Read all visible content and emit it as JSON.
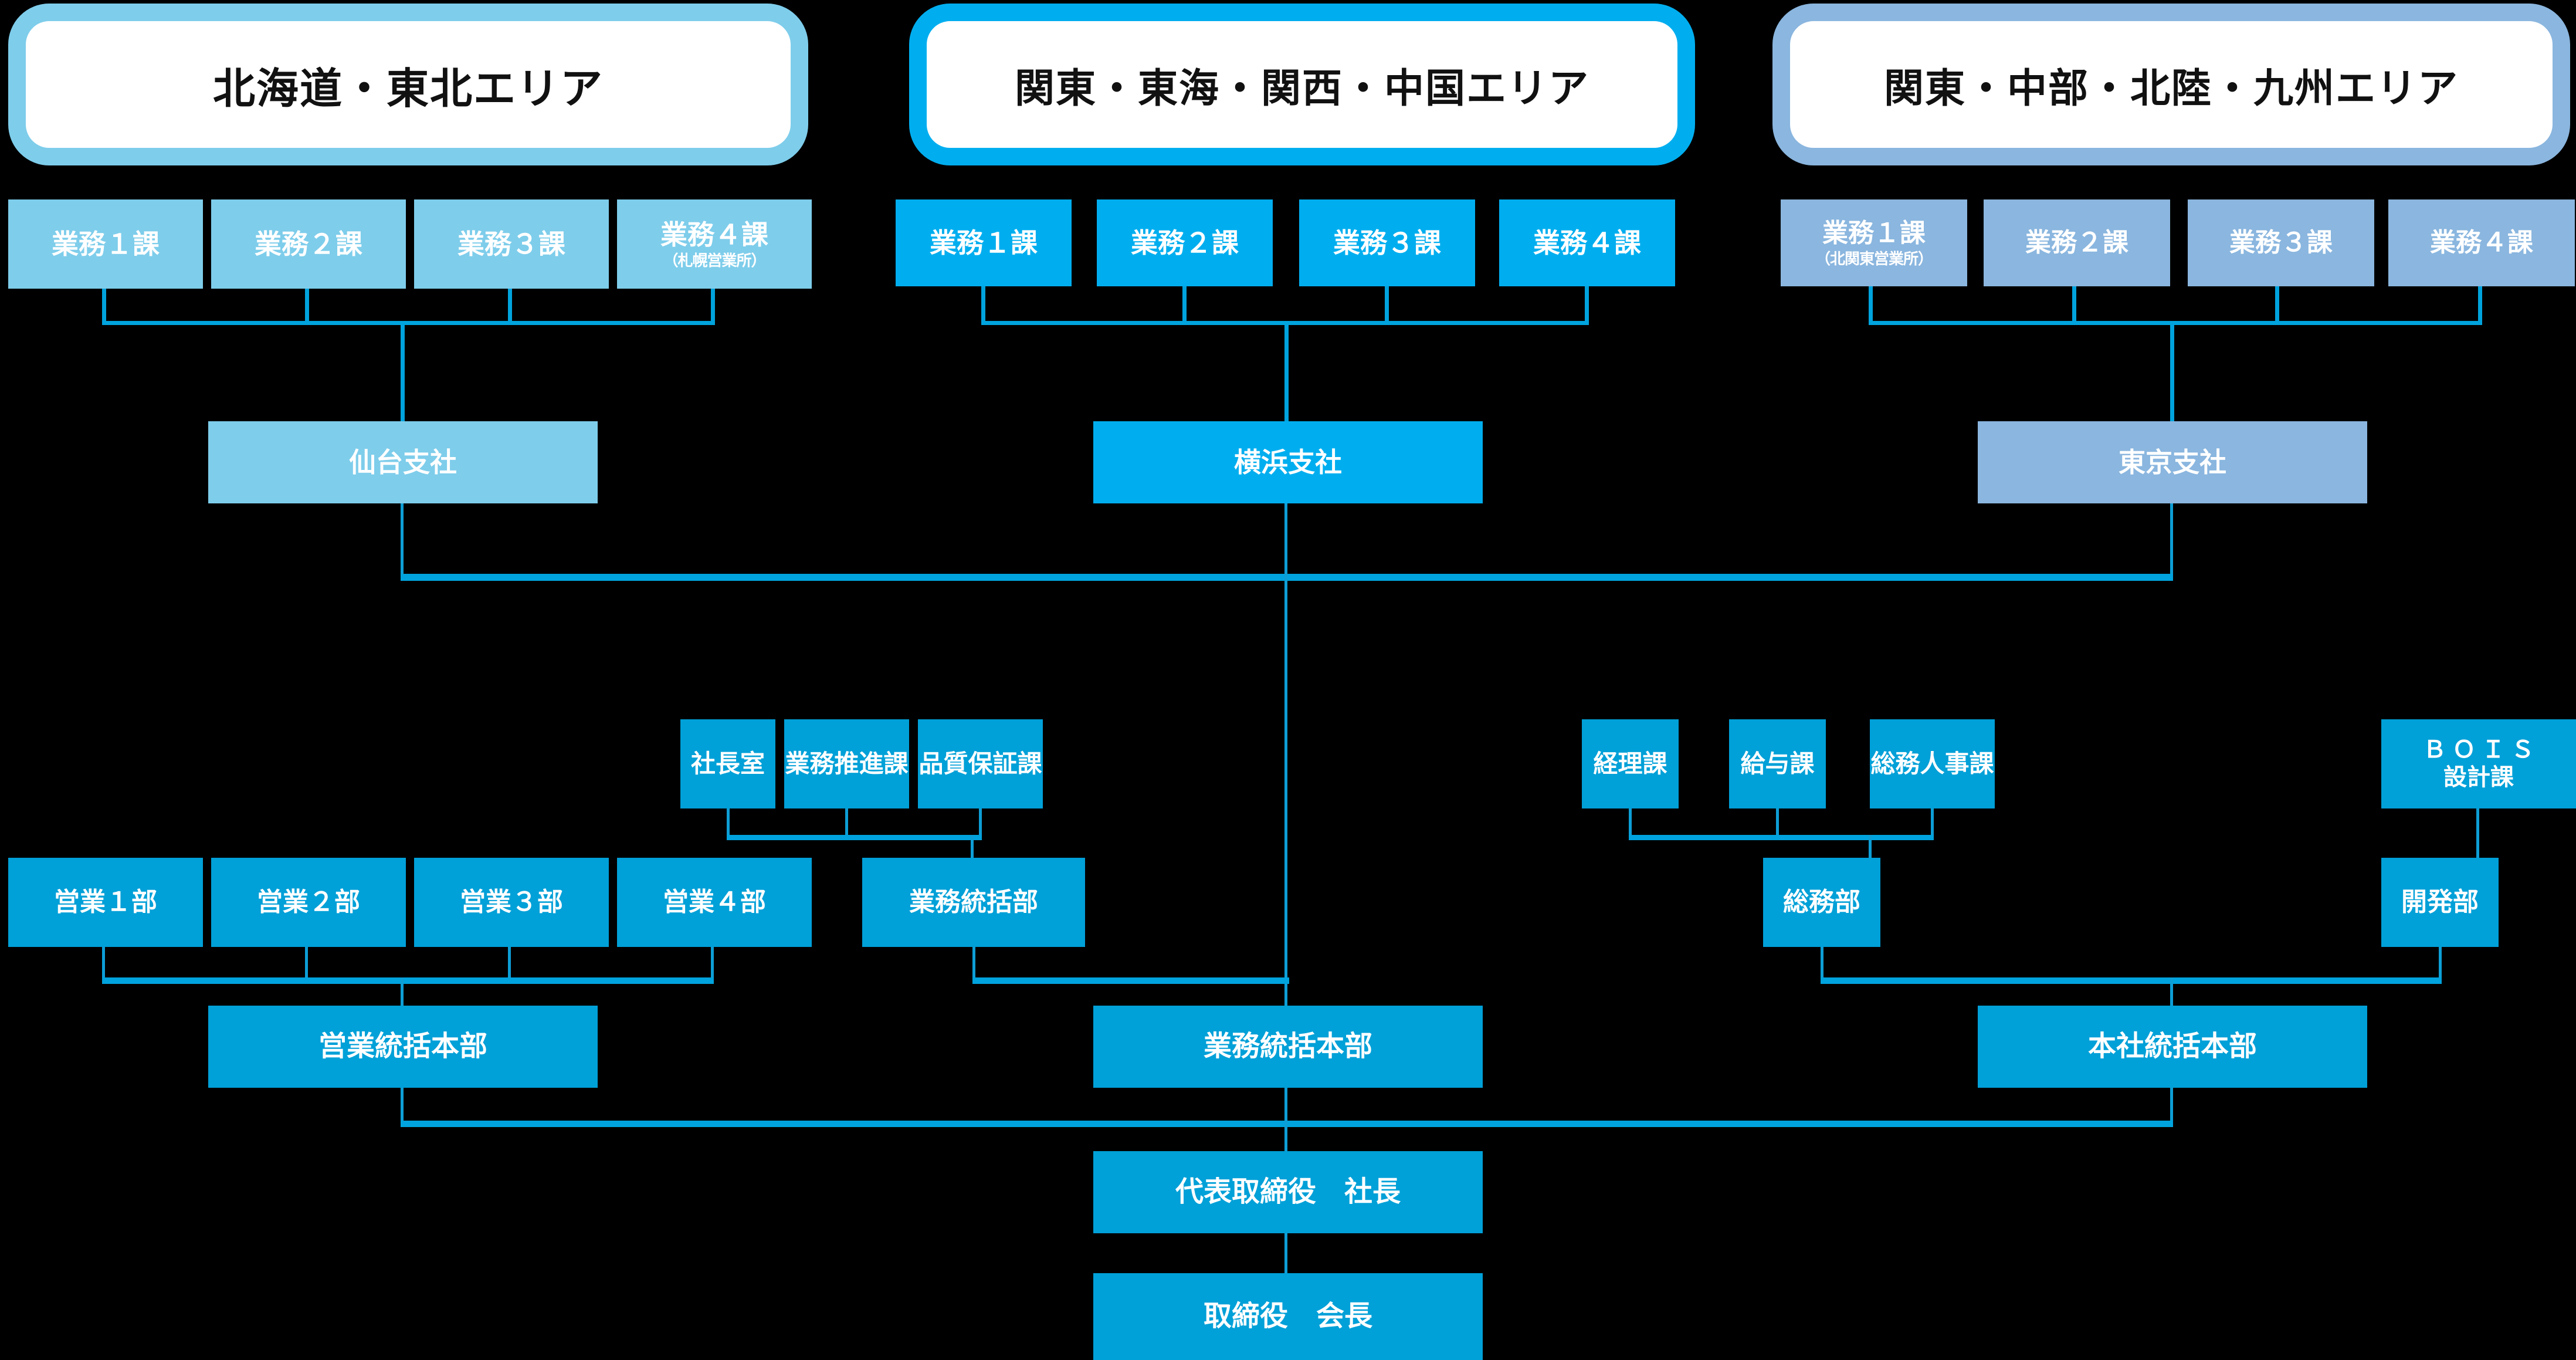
{
  "colors": {
    "bg": "#000000",
    "line": "#00A3DD",
    "area_light": "#7ECDEB",
    "area_bright": "#00AEEF",
    "area_steel": "#8AB6DF",
    "dept_blue": "#00A0D8",
    "text_on_box": "#ffffff",
    "pill_fill": "#ffffff",
    "pill_text": "#111111"
  },
  "areas": [
    {
      "label": "北海道・東北エリア",
      "border": "#7ECDEB"
    },
    {
      "label": "関東・東海・関西・中国エリア",
      "border": "#00AEEF"
    },
    {
      "label": "関東・中部・北陸・九州エリア",
      "border": "#8AB6DF"
    }
  ],
  "sections": [
    {
      "name": "sendai",
      "fill": "#7ECDEB",
      "branch": "仙台支社",
      "units": [
        {
          "label": "業務１課",
          "sub": ""
        },
        {
          "label": "業務２課",
          "sub": ""
        },
        {
          "label": "業務３課",
          "sub": ""
        },
        {
          "label": "業務４課",
          "sub": "（札幌営業所）"
        }
      ]
    },
    {
      "name": "yokohama",
      "fill": "#00AEEF",
      "branch": "横浜支社",
      "units": [
        {
          "label": "業務１課",
          "sub": ""
        },
        {
          "label": "業務２課",
          "sub": ""
        },
        {
          "label": "業務３課",
          "sub": ""
        },
        {
          "label": "業務４課",
          "sub": ""
        }
      ]
    },
    {
      "name": "tokyo",
      "fill": "#8AB6DF",
      "branch": "東京支社",
      "units": [
        {
          "label": "業務１課",
          "sub": "（北関東営業所）"
        },
        {
          "label": "業務２課",
          "sub": ""
        },
        {
          "label": "業務３課",
          "sub": ""
        },
        {
          "label": "業務４課",
          "sub": ""
        }
      ]
    }
  ],
  "hq": {
    "ka_center": [
      {
        "label": "社長室"
      },
      {
        "label": "業務推進課"
      },
      {
        "label": "品質保証課"
      }
    ],
    "ka_right": [
      {
        "label": "経理課"
      },
      {
        "label": "給与課"
      },
      {
        "label": "総務人事課"
      }
    ],
    "bois": {
      "line1": "ＢＯＩＳ",
      "line2": "設計課"
    },
    "sales_bu": [
      {
        "label": "営業１部"
      },
      {
        "label": "営業２部"
      },
      {
        "label": "営業３部"
      },
      {
        "label": "営業４部"
      }
    ],
    "gyomu_bu": {
      "label": "業務統括部"
    },
    "soumu_bu": {
      "label": "総務部"
    },
    "kaihatsu_bu": {
      "label": "開発部"
    },
    "honbu": [
      {
        "label": "営業統括本部"
      },
      {
        "label": "業務統括本部"
      },
      {
        "label": "本社統括本部"
      }
    ],
    "president": {
      "label": "代表取締役　社長"
    },
    "chairman": {
      "label": "取締役　会長"
    }
  }
}
